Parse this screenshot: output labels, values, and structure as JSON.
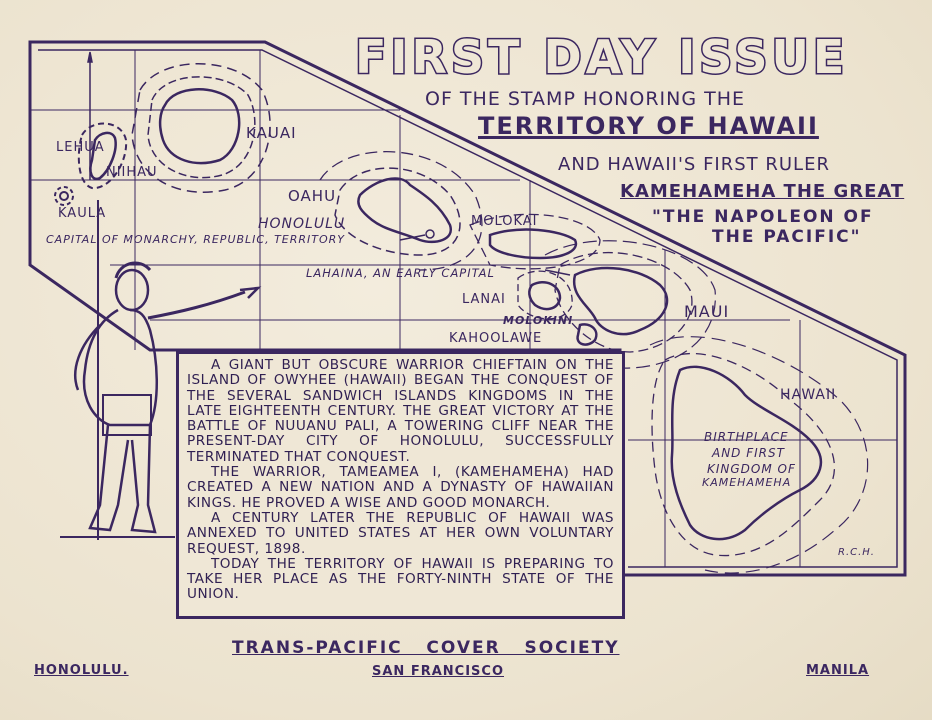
{
  "header": {
    "title": "FIRST DAY ISSUE",
    "line1": "OF THE STAMP HONORING THE",
    "line2": "TERRITORY OF HAWAII",
    "line3": "AND HAWAII'S FIRST RULER",
    "line4": "KAMEHAMEHA THE GREAT",
    "line5": "\"THE NAPOLEON OF",
    "line6": "THE PACIFIC\""
  },
  "map": {
    "lehua": "LEHUA",
    "niihau": "NIIHAU",
    "kaula": "KAULA",
    "kauai": "KAUAI",
    "oahu": "OAHU",
    "honolulu": "HONOLULU",
    "capital": "CAPITAL OF MONARCHY, REPUBLIC, TERRITORY",
    "molokai": "MOLOKAI",
    "lahaina": "LAHAINA, AN EARLY CAPITAL",
    "lanai": "LANAI",
    "molokini": "MOLOKINI",
    "kahoolawe": "KAHOOLAWE",
    "maui": "MAUI",
    "hawaii": "HAWAII",
    "birthplace1": "BIRTHPLACE",
    "birthplace2": "AND FIRST",
    "birthplace3": "KINGDOM OF",
    "birthplace4": "KAMEHAMEHA",
    "initials": "R.C.H."
  },
  "story": {
    "p1": "A GIANT BUT OBSCURE WARRIOR CHIEFTAIN ON THE ISLAND OF OWYHEE (HAWAII) BEGAN THE CONQUEST OF THE SEVERAL SANDWICH ISLANDS KINGDOMS IN THE LATE EIGHTEENTH CENTURY. THE GREAT VICTORY AT THE BATTLE OF NUUANU PALI, A TOWERING CLIFF NEAR THE PRESENT-DAY CITY OF HONOLULU, SUCCESSFULLY TERMINATED THAT CONQUEST.",
    "p2": "THE WARRIOR, TAMEAMEA I, (KAMEHAMEHA) HAD CREATED A NEW NATION AND A DYNASTY OF HAWAIIAN KINGS. HE PROVED A WISE AND GOOD MONARCH.",
    "p3": "A CENTURY LATER THE REPUBLIC OF HAWAII WAS ANNEXED TO UNITED STATES AT HER OWN VOLUNTARY REQUEST, 1898.",
    "p4": "TODAY THE TERRITORY OF HAWAII IS PREPARING TO TAKE HER PLACE AS THE FORTY-NINTH STATE OF THE UNION."
  },
  "footer": {
    "society": "TRANS-PACIFIC   COVER   SOCIETY",
    "left": "HONOLULU.",
    "center": "SAN FRANCISCO",
    "right": "MANILA"
  },
  "colors": {
    "ink": "#3b2760",
    "paper": "#efe7d6"
  }
}
